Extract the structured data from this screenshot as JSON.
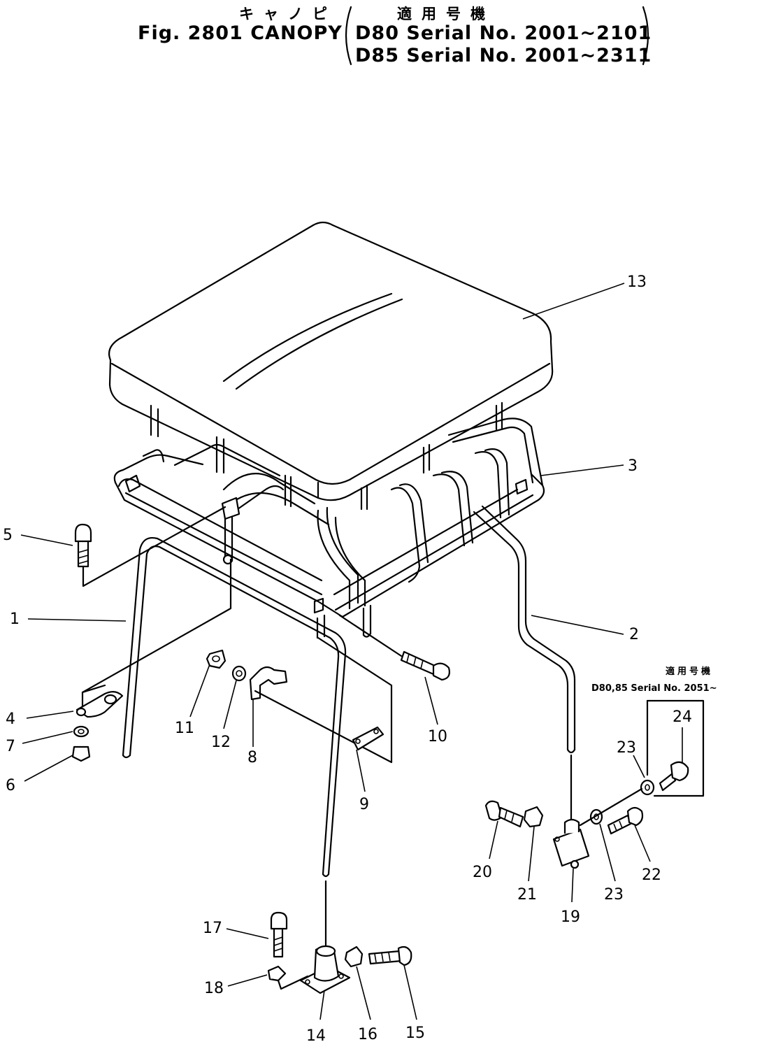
{
  "header": {
    "jp_title": "キャノピ",
    "jp_applicable": "適用号機",
    "fig_label": "Fig. 2801 CANOPY",
    "serial_d80": "D80 Serial No. 2001~2101",
    "serial_d85": "D85 Serial No. 2001~2311"
  },
  "note": {
    "jp_applicable": "適用号機",
    "serial": "D80,85 Serial No. 2051~"
  },
  "parts": [
    {
      "id": "1",
      "label": "1"
    },
    {
      "id": "2",
      "label": "2"
    },
    {
      "id": "3",
      "label": "3"
    },
    {
      "id": "4",
      "label": "4"
    },
    {
      "id": "5",
      "label": "5"
    },
    {
      "id": "6",
      "label": "6"
    },
    {
      "id": "7",
      "label": "7"
    },
    {
      "id": "8",
      "label": "8"
    },
    {
      "id": "9",
      "label": "9"
    },
    {
      "id": "10",
      "label": "10"
    },
    {
      "id": "11",
      "label": "11"
    },
    {
      "id": "12",
      "label": "12"
    },
    {
      "id": "13",
      "label": "13"
    },
    {
      "id": "14",
      "label": "14"
    },
    {
      "id": "15",
      "label": "15"
    },
    {
      "id": "16",
      "label": "16"
    },
    {
      "id": "17",
      "label": "17"
    },
    {
      "id": "18",
      "label": "18"
    },
    {
      "id": "19",
      "label": "19"
    },
    {
      "id": "20",
      "label": "20"
    },
    {
      "id": "21",
      "label": "21"
    },
    {
      "id": "22",
      "label": "22"
    },
    {
      "id": "23a",
      "label": "23"
    },
    {
      "id": "23b",
      "label": "23"
    },
    {
      "id": "24",
      "label": "24"
    }
  ]
}
